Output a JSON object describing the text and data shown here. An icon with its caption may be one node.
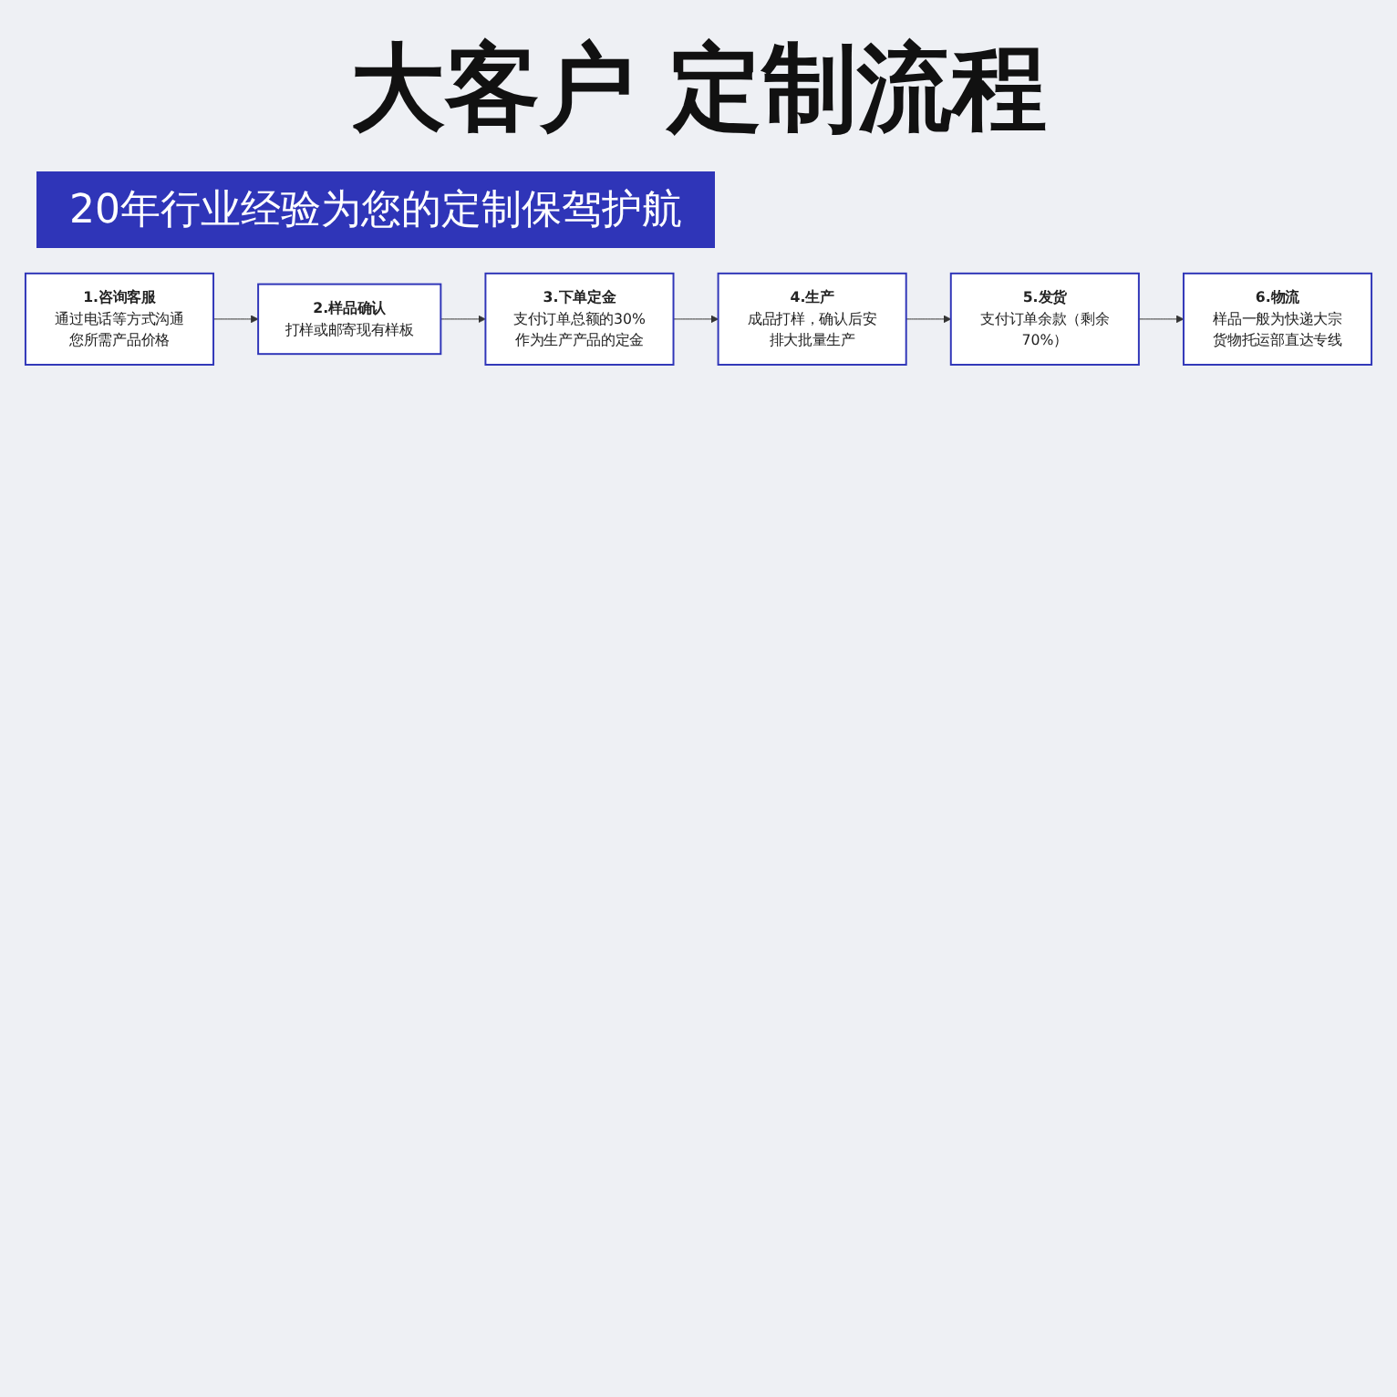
{
  "diagram": {
    "title": "大客户 定制流程",
    "nodes": [
      {
        "text": [
          "1.咨询客服",
          "通过电话等方式沟通您所需产品价格"
        ]
      },
      {
        "text": [
          "2.样品确认",
          "打样或邮寄现有样板"
        ]
      },
      {
        "text": [
          "3.下单定金",
          "支付订单总额的30%作为生产产品的定金"
        ]
      },
      {
        "text": [
          "4.生产",
          "成品打样，确认后安排大批量生产"
        ]
      },
      {
        "text": [
          "5.发货",
          "支付订单余款（剩余70%）"
        ]
      },
      {
        "text": [
          "6.物流",
          "样品一般为快递大宗货物托运部直达专线"
        ]
      }
    ],
    "edges": [
      {
        "from": 0,
        "to": 1,
        "arrow": "to"
      },
      {
        "from": 1,
        "to": 2,
        "arrow": "to"
      },
      {
        "from": 2,
        "to": 3,
        "arrow": "to"
      },
      {
        "from": 3,
        "to": 4,
        "arrow": "to"
      },
      {
        "from": 4,
        "to": 5,
        "arrow": "to"
      }
    ],
    "labels": [
      "20年行业经验为您的定制保驾护航"
    ]
  }
}
